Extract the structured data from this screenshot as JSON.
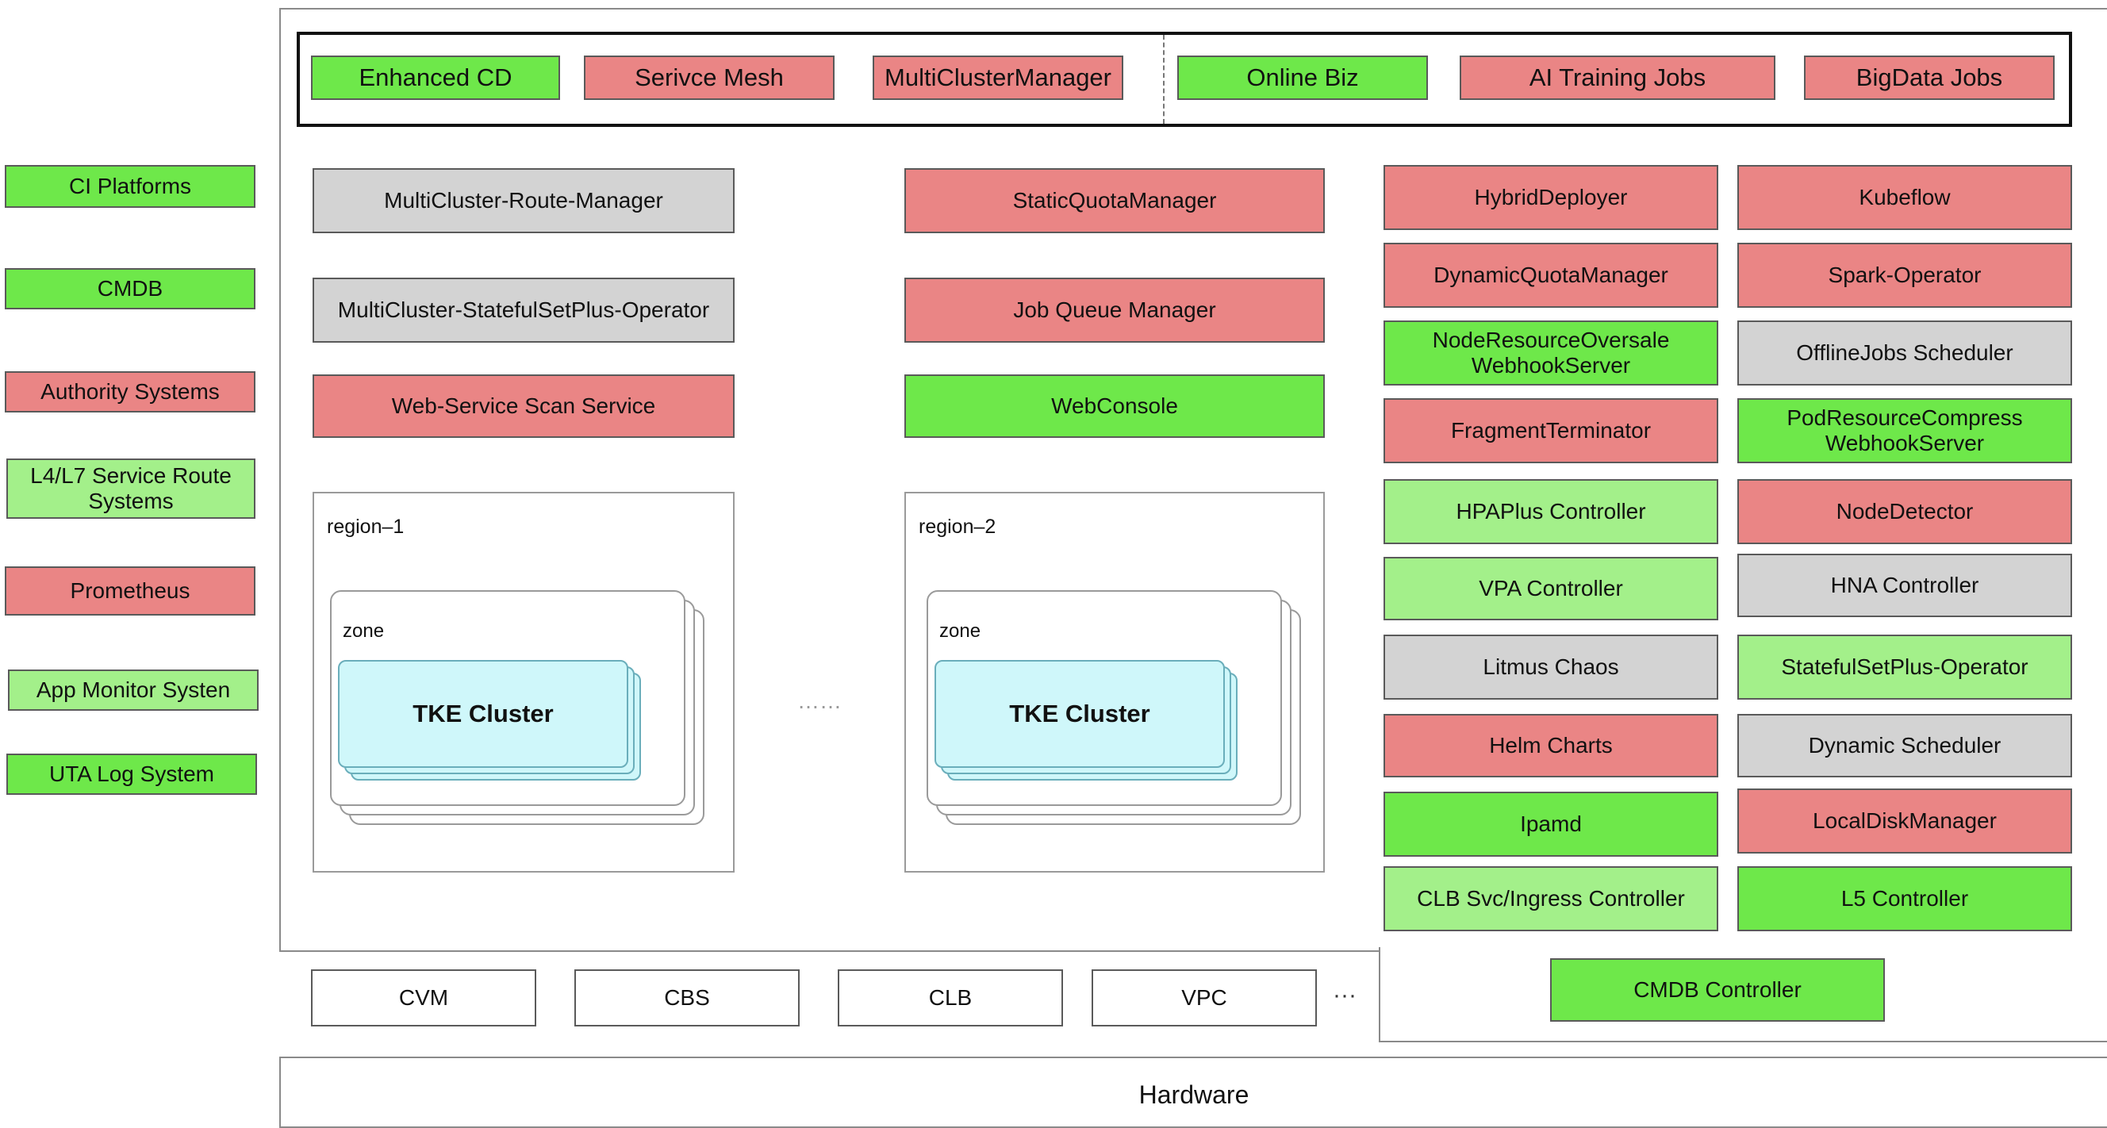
{
  "left_systems": [
    {
      "label": "CI Platforms",
      "color": "green"
    },
    {
      "label": "CMDB",
      "color": "green"
    },
    {
      "label": "Authority Systems",
      "color": "red"
    },
    {
      "label": "L4/L7 Service Route Systems",
      "color": "lgreen"
    },
    {
      "label": "Prometheus",
      "color": "red"
    },
    {
      "label": "App Monitor Systen",
      "color": "lgreen"
    },
    {
      "label": "UTA Log System",
      "color": "green"
    }
  ],
  "top_bar": [
    {
      "label": "Enhanced CD",
      "color": "green"
    },
    {
      "label": "Serivce Mesh",
      "color": "red"
    },
    {
      "label": "MultiClusterManager",
      "color": "red"
    },
    {
      "label": "Online Biz",
      "color": "green"
    },
    {
      "label": "AI Training Jobs",
      "color": "red"
    },
    {
      "label": "BigData Jobs",
      "color": "red"
    }
  ],
  "middle_left": [
    {
      "label": "MultiCluster-Route-Manager",
      "color": "gray"
    },
    {
      "label": "MultiCluster-StatefulSetPlus-Operator",
      "color": "gray"
    },
    {
      "label": "Web-Service Scan Service",
      "color": "red"
    }
  ],
  "middle_right": [
    {
      "label": "StaticQuotaManager",
      "color": "red"
    },
    {
      "label": "Job Queue Manager",
      "color": "red"
    },
    {
      "label": "WebConsole",
      "color": "green"
    }
  ],
  "regions": [
    {
      "label": "region–1",
      "zone": "zone",
      "cluster": "TKE Cluster"
    },
    {
      "label": "region–2",
      "zone": "zone",
      "cluster": "TKE Cluster"
    }
  ],
  "region_ellipsis": "……",
  "component_grid": [
    {
      "label": "HybridDeployer",
      "color": "red"
    },
    {
      "label": "Kubeflow",
      "color": "red"
    },
    {
      "label": "DynamicQuotaManager",
      "color": "red"
    },
    {
      "label": "Spark-Operator",
      "color": "red"
    },
    {
      "label": "NodeResourceOversale WebhookServer",
      "color": "green"
    },
    {
      "label": "OfflineJobs Scheduler",
      "color": "gray"
    },
    {
      "label": "FragmentTerminator",
      "color": "red"
    },
    {
      "label": "PodResourceCompress WebhookServer",
      "color": "green"
    },
    {
      "label": "HPAPlus Controller",
      "color": "lgreen"
    },
    {
      "label": "NodeDetector",
      "color": "red"
    },
    {
      "label": "VPA Controller",
      "color": "lgreen"
    },
    {
      "label": "HNA Controller",
      "color": "gray"
    },
    {
      "label": "Litmus Chaos",
      "color": "gray"
    },
    {
      "label": "StatefulSetPlus-Operator",
      "color": "lgreen"
    },
    {
      "label": "Helm Charts",
      "color": "red"
    },
    {
      "label": "Dynamic Scheduler",
      "color": "gray"
    },
    {
      "label": "Ipamd",
      "color": "green"
    },
    {
      "label": "LocalDiskManager",
      "color": "red"
    },
    {
      "label": "CLB Svc/Ingress Controller",
      "color": "lgreen"
    },
    {
      "label": "L5 Controller",
      "color": "green"
    }
  ],
  "cmdb_controller": {
    "label": "CMDB Controller",
    "color": "green"
  },
  "iaas": [
    "CVM",
    "CBS",
    "CLB",
    "VPC"
  ],
  "iaas_ellipsis": "···",
  "hardware": "Hardware",
  "palette": {
    "green": "#6ee84a",
    "lgreen": "#a3f08a",
    "red": "#ea8585",
    "gray": "#d3d3d3"
  }
}
